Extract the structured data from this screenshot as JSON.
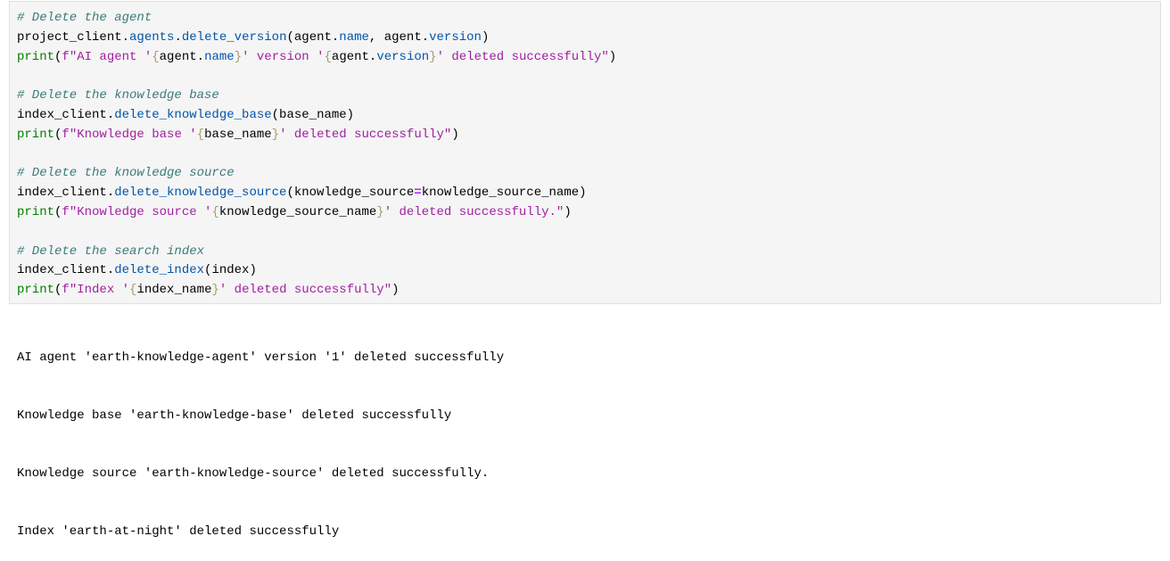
{
  "code_lines": [
    [
      [
        "comment",
        "# Delete the agent"
      ]
    ],
    [
      [
        "plain",
        "project_client."
      ],
      [
        "attr",
        "agents"
      ],
      [
        "plain",
        "."
      ],
      [
        "attr",
        "delete_version"
      ],
      [
        "plain",
        "(agent."
      ],
      [
        "attr",
        "name"
      ],
      [
        "plain",
        ", agent."
      ],
      [
        "attr",
        "version"
      ],
      [
        "plain",
        ")"
      ]
    ],
    [
      [
        "builtin",
        "print"
      ],
      [
        "plain",
        "("
      ],
      [
        "str",
        "f\"AI agent '"
      ],
      [
        "brace",
        "{"
      ],
      [
        "plain",
        "agent."
      ],
      [
        "attr",
        "name"
      ],
      [
        "brace",
        "}"
      ],
      [
        "str",
        "' version '"
      ],
      [
        "brace",
        "{"
      ],
      [
        "plain",
        "agent."
      ],
      [
        "attr",
        "version"
      ],
      [
        "brace",
        "}"
      ],
      [
        "str",
        "' deleted successfully\""
      ],
      [
        "plain",
        ")"
      ]
    ],
    [],
    [
      [
        "comment",
        "# Delete the knowledge base"
      ]
    ],
    [
      [
        "plain",
        "index_client."
      ],
      [
        "attr",
        "delete_knowledge_base"
      ],
      [
        "plain",
        "(base_name)"
      ]
    ],
    [
      [
        "builtin",
        "print"
      ],
      [
        "plain",
        "("
      ],
      [
        "str",
        "f\"Knowledge base '"
      ],
      [
        "brace",
        "{"
      ],
      [
        "plain",
        "base_name"
      ],
      [
        "brace",
        "}"
      ],
      [
        "str",
        "' deleted successfully\""
      ],
      [
        "plain",
        ")"
      ]
    ],
    [],
    [
      [
        "comment",
        "# Delete the knowledge source"
      ]
    ],
    [
      [
        "plain",
        "index_client."
      ],
      [
        "attr",
        "delete_knowledge_source"
      ],
      [
        "plain",
        "(knowledge_source"
      ],
      [
        "op",
        "="
      ],
      [
        "plain",
        "knowledge_source_name)"
      ]
    ],
    [
      [
        "builtin",
        "print"
      ],
      [
        "plain",
        "("
      ],
      [
        "str",
        "f\"Knowledge source '"
      ],
      [
        "brace",
        "{"
      ],
      [
        "plain",
        "knowledge_source_name"
      ],
      [
        "brace",
        "}"
      ],
      [
        "str",
        "' deleted successfully.\""
      ],
      [
        "plain",
        ")"
      ]
    ],
    [],
    [
      [
        "comment",
        "# Delete the search index"
      ]
    ],
    [
      [
        "plain",
        "index_client."
      ],
      [
        "attr",
        "delete_index"
      ],
      [
        "plain",
        "(index)"
      ]
    ],
    [
      [
        "builtin",
        "print"
      ],
      [
        "plain",
        "("
      ],
      [
        "str",
        "f\"Index '"
      ],
      [
        "brace",
        "{"
      ],
      [
        "plain",
        "index_name"
      ],
      [
        "brace",
        "}"
      ],
      [
        "str",
        "' deleted successfully\""
      ],
      [
        "plain",
        ")"
      ]
    ]
  ],
  "output_lines": [
    "AI agent 'earth-knowledge-agent' version '1' deleted successfully",
    "Knowledge base 'earth-knowledge-base' deleted successfully",
    "Knowledge source 'earth-knowledge-source' deleted successfully.",
    "Index 'earth-at-night' deleted successfully"
  ]
}
